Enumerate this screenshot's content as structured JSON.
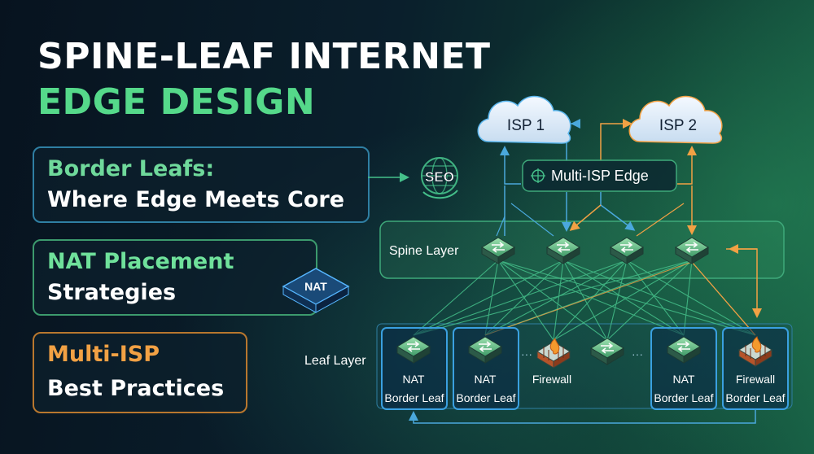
{
  "title": {
    "line1": "SPINE-LEAF INTERNET",
    "line2": "EDGE DESIGN"
  },
  "cards": [
    {
      "line1": "Border Leafs:",
      "line2": "Where Edge Meets Core",
      "accent": "#6fd99b"
    },
    {
      "line1": "NAT Placement",
      "line2": "Strategies",
      "accent": "#6fe19b"
    },
    {
      "line1": "Multi-ISP",
      "line2": "Best Practices",
      "accent": "#f2a144"
    }
  ],
  "icons": {
    "seo": "SEO",
    "nat_chip": "NAT"
  },
  "isp": {
    "isp1": "ISP 1",
    "isp2": "ISP 2"
  },
  "edge_label": "Multi-ISP Edge",
  "layers": {
    "spine": "Spine Layer",
    "leaf": "Leaf Layer"
  },
  "leaves": [
    {
      "function": "NAT",
      "role": "Border Leaf",
      "icon": "switch-icon"
    },
    {
      "function": "NAT",
      "role": "Border Leaf",
      "icon": "switch-icon"
    },
    {
      "function": "Firewall",
      "role": "",
      "icon": "firewall-icon"
    },
    {
      "function": "",
      "role": "",
      "icon": "switch-icon"
    },
    {
      "function": "NAT",
      "role": "Border Leaf",
      "icon": "switch-icon"
    },
    {
      "function": "Firewall",
      "role": "Border Leaf",
      "icon": "firewall-icon"
    }
  ],
  "colors": {
    "accent_green": "#55d98a",
    "link_blue": "#4aa8dc",
    "link_orange": "#f2a144",
    "link_green": "#45c08a"
  }
}
